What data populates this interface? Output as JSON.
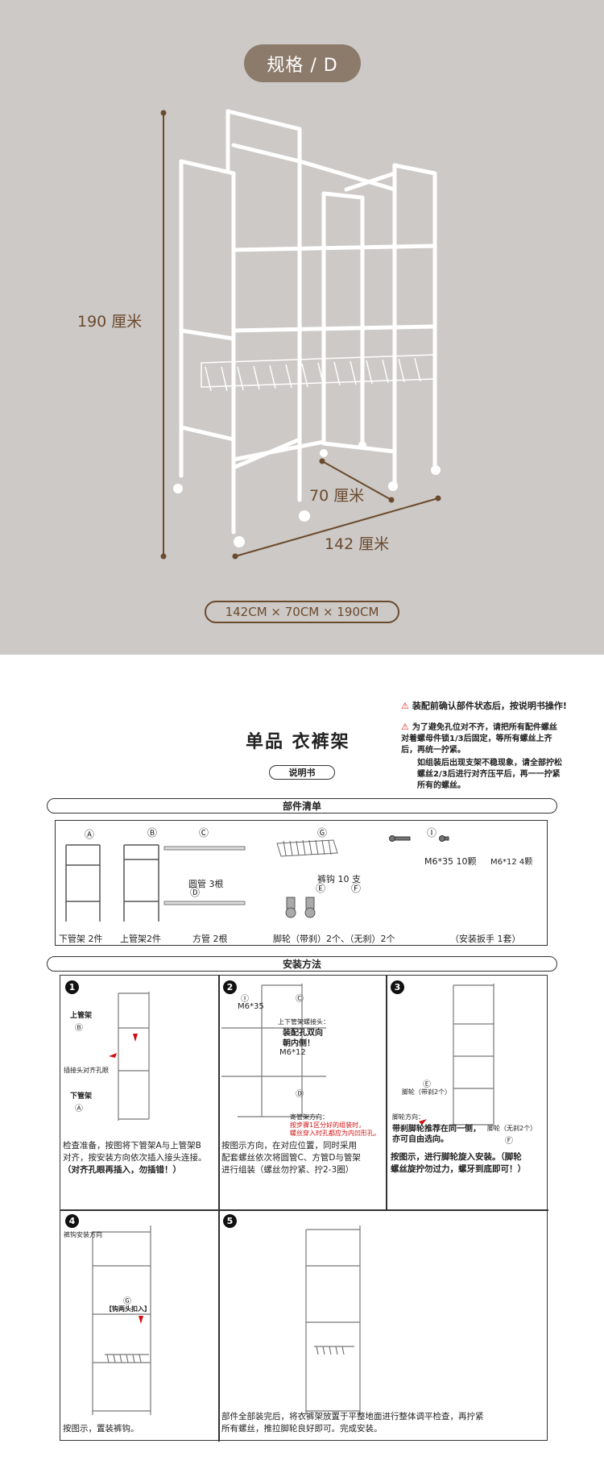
{
  "spec": {
    "label": "规格 / D",
    "height_label": "190 厘米",
    "depth_label": "70 厘米",
    "width_label": "142 厘米",
    "dims": "142CM × 70CM × 190CM"
  },
  "manual": {
    "warning1": "装配前确认部件状态后，按说明书操作!",
    "warning2": "为了避免孔位对不齐，请把所有配件螺丝对着螺母件锁1/3后固定，等所有螺丝上齐后，再统一拧紧。",
    "warning3": "如组装后出现支架不稳现象，请全部拧松螺丝2/3后进行对齐压平后，再一一拧紧所有的螺丝。",
    "title": "单品 衣裤架",
    "subtitle": "说明书",
    "parts_header": "部件清单",
    "install_header": "安装方法",
    "parts": {
      "a_mark": "Ⓐ",
      "b_mark": "Ⓑ",
      "c_mark": "Ⓒ",
      "d_mark": "Ⓓ",
      "g_mark": "Ⓖ",
      "e_mark": "Ⓔ",
      "f_mark": "Ⓕ",
      "i_mark": "Ⓘ",
      "a_label": "下管架 2件",
      "b_label": "上管架2件",
      "c_label": "圆管    3根",
      "d_label": "方管    2根",
      "g_label": "裤钩  10 支",
      "wheel_label": "脚轮（带刹）2个、（无刹）2个",
      "screw1": "M6*35   10颗",
      "screw2": "M6*12   4颗",
      "wrench": "（安装扳手 1套）"
    },
    "steps": {
      "s1_num": "1",
      "s1_upper": "上管架",
      "s1_b": "Ⓑ",
      "s1_note": "插接头对齐孔眼",
      "s1_lower": "下管架",
      "s1_a": "Ⓐ",
      "s1_text1": "检查准备，按图将下管架A与上管架B",
      "s1_text2": "对齐，按安装方向依次插入接头连接。",
      "s1_text3": "（对齐孔眼再插入，勿插错！）",
      "s2_num": "2",
      "s2_i": "Ⓘ",
      "s2_m635": "M6*35",
      "s2_c": "Ⓒ",
      "s2_note1": "上下管架螺接头：",
      "s2_note2": "装配孔双向",
      "s2_note3": "朝内侧！",
      "s2_m612": "M6*12",
      "s2_d": "Ⓓ",
      "s2_dir": "寄管架方向：",
      "s2_red1": "按步骤1区分好的组装时，",
      "s2_red2": "螺丝穿入时孔都应为内凹形孔。",
      "s2_text1": "按图示方向，在对应位置，同时采用",
      "s2_text2": "配套螺丝依次将圆管C、方管D与管架",
      "s2_text3": "进行组装（螺丝勿拧紧、拧2-3圈）",
      "s3_num": "3",
      "s3_e": "Ⓔ",
      "s3_brake": "脚轮（带刹2个）",
      "s3_note1": "脚轮方向：",
      "s3_note2": "带刹脚轮推荐在同一侧，",
      "s3_note3": "亦可自由选向。",
      "s3_nobrake": "脚轮（无刹2个）",
      "s3_f": "Ⓕ",
      "s3_text1": "按图示，进行脚轮旋入安装。（脚轮",
      "s3_text2": "螺丝旋拧勿过力，螺牙到底即可！）",
      "s4_num": "4",
      "s4_dir": "裤钩安装方向",
      "s4_g": "Ⓖ",
      "s4_hook": "【钩两头扣入】",
      "s4_text": "按图示，置装裤钩。",
      "s5_num": "5",
      "s5_text1": "部件全部装完后，将衣裤架放置于平整地面进行整体调平检查，再拧紧",
      "s5_text2": "所有螺丝，推拉脚轮良好即可。完成安装。"
    }
  }
}
